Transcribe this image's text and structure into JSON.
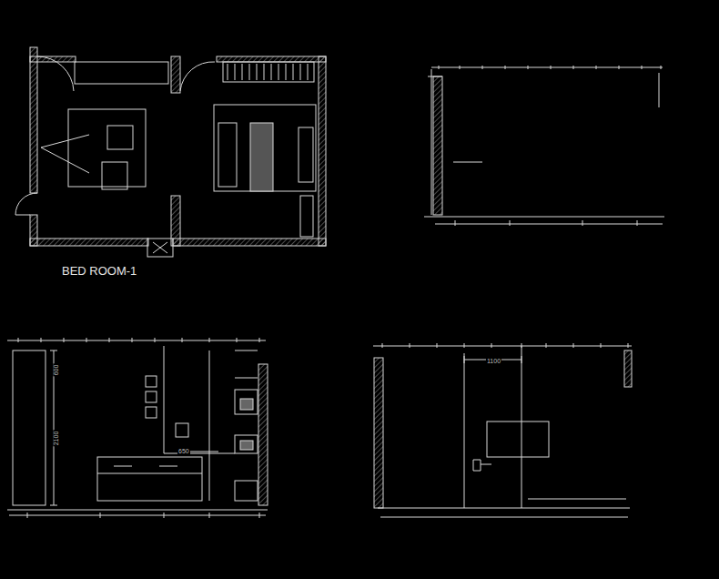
{
  "diagram": {
    "labels": [
      "BED ROOM-1",
      "2100",
      "600",
      "650",
      "1100"
    ]
  }
}
